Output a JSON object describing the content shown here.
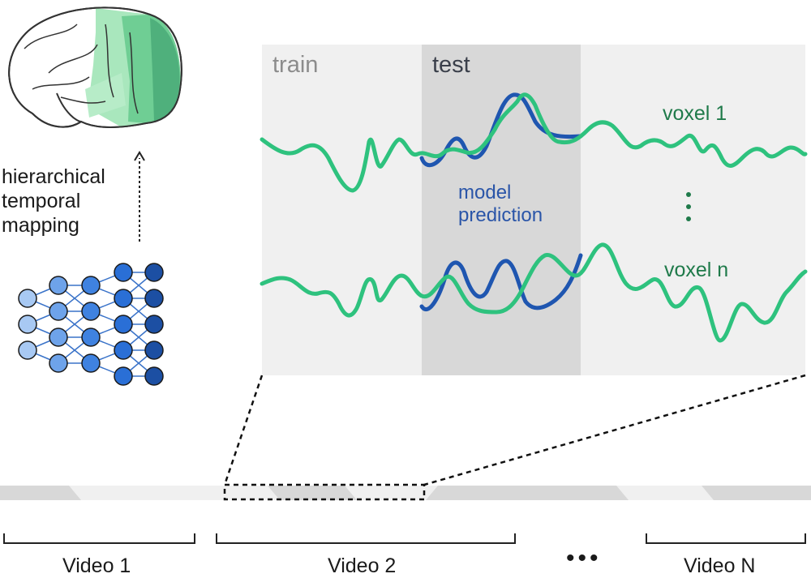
{
  "mapping": {
    "line1": "hierarchical",
    "line2": "temporal",
    "line3": "mapping"
  },
  "panel": {
    "train_label": "train",
    "test_label": "test",
    "voxel_1_label": "voxel 1",
    "voxel_n_label": "voxel n",
    "prediction_line1": "model",
    "prediction_line2": "prediction"
  },
  "videos": {
    "video_1": "Video 1",
    "video_2": "Video 2",
    "ellipsis": "•••",
    "video_n": "Video N"
  },
  "colors": {
    "voxel_signal": "#2ec27e",
    "model_prediction": "#1f56b0",
    "brain_highlight": "#5cc08a",
    "network_nodes": "#2a6fd6",
    "train_background": "#f0f0f0",
    "test_background": "#d8d8d8"
  },
  "icons": {
    "brain": "brain-icon",
    "network": "neural-network-icon",
    "arrow": "dotted-up-arrow-icon"
  }
}
